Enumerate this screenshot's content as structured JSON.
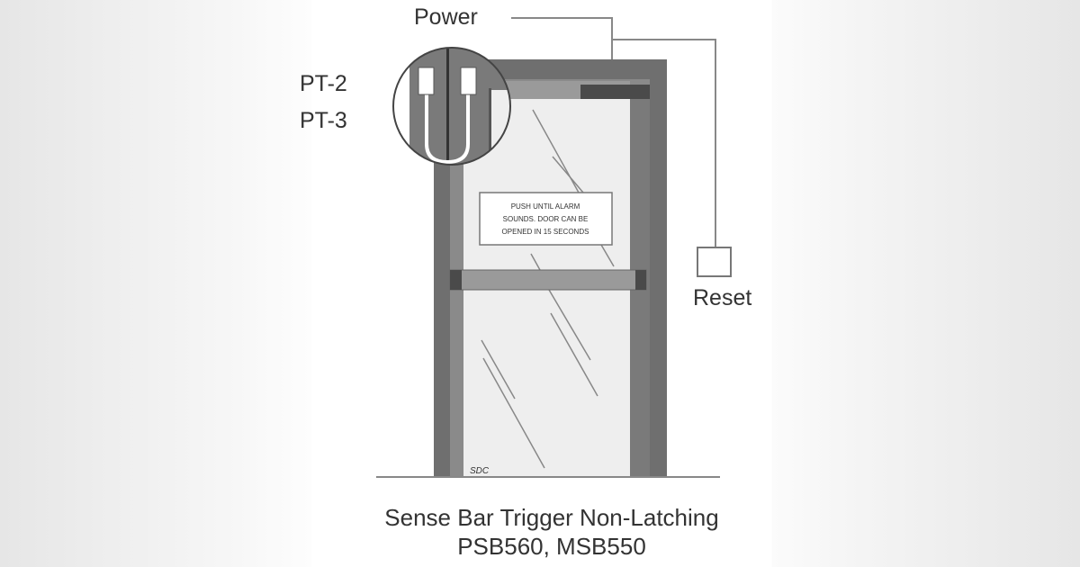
{
  "diagram": {
    "labels": {
      "power": "Power",
      "pt2": "PT-2",
      "pt3": "PT-3",
      "reset": "Reset",
      "sign_line1": "PUSH UNTIL ALARM",
      "sign_line2": "SOUNDS. DOOR CAN BE",
      "sign_line3": "OPENED IN 15 SECONDS",
      "maker_mark": "SDC"
    },
    "caption": {
      "line1": "Sense Bar Trigger Non-Latching",
      "line2": "PSB560, MSB550"
    },
    "colors": {
      "frame": "#6f6f6f",
      "rail": "#9a9a9a",
      "glass": "#eeeeee",
      "dark": "#4a4a4a"
    }
  }
}
